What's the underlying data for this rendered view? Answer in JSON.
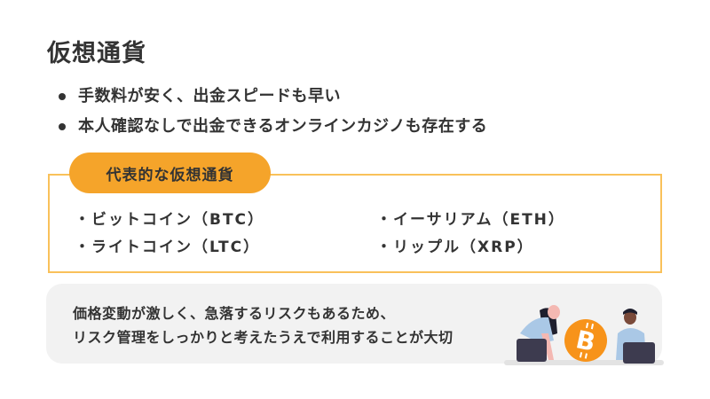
{
  "title": "仮想通貨",
  "bullets": [
    "手数料が安く、出金スピードも早い",
    "本人確認なしで出金できるオンラインカジノも存在する"
  ],
  "representative": {
    "label": "代表的な仮想通貨",
    "coins": [
      "・ビットコイン（BTC）",
      "・イーサリアム（ETH）",
      "・ライトコイン（LTC）",
      "・リップル（XRP）"
    ]
  },
  "risk": {
    "line1": "価格変動が激しく、急落するリスクもあるため、",
    "line2": "リスク管理をしっかりと考えたうえで利用することが大切"
  },
  "illustration": {
    "icon": "bitcoin-icon",
    "coin_color": "#f7931a"
  },
  "colors": {
    "accent": "#f5a42a",
    "border": "#f9c15a",
    "panel": "#f2f2f2",
    "text": "#333333"
  }
}
